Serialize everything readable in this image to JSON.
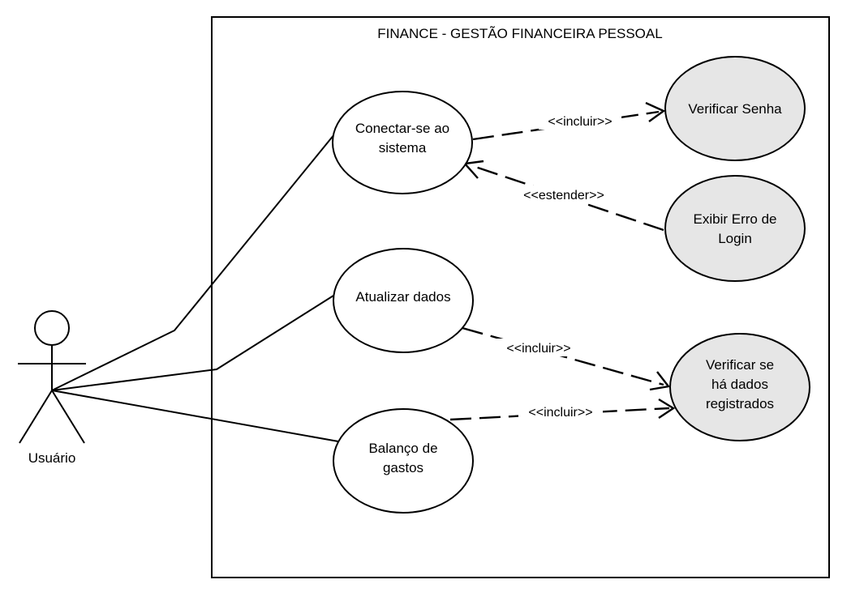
{
  "system": {
    "title": "FINANCE - GESTÃO FINANCEIRA PESSOAL"
  },
  "actor": {
    "name": "Usuário"
  },
  "use_cases": {
    "login": {
      "lines": [
        "Conectar-se ao",
        "sistema"
      ]
    },
    "update": {
      "lines": [
        "Atualizar dados"
      ]
    },
    "balance": {
      "lines": [
        "Balanço de",
        "gastos"
      ]
    },
    "check_password": {
      "lines": [
        "Verificar Senha"
      ]
    },
    "login_error": {
      "lines": [
        "Exibir Erro de",
        "Login"
      ]
    },
    "check_data": {
      "lines": [
        "Verificar se",
        "há dados",
        "registrados"
      ]
    }
  },
  "relations": {
    "login_include": "<<incluir>>",
    "login_extend": "<<estender>>",
    "update_include": "<<incluir>>",
    "balance_include": "<<incluir>>"
  },
  "colors": {
    "primary_uc": "#ffffff",
    "secondary_uc": "#e6e6e6",
    "stroke": "#000000"
  }
}
